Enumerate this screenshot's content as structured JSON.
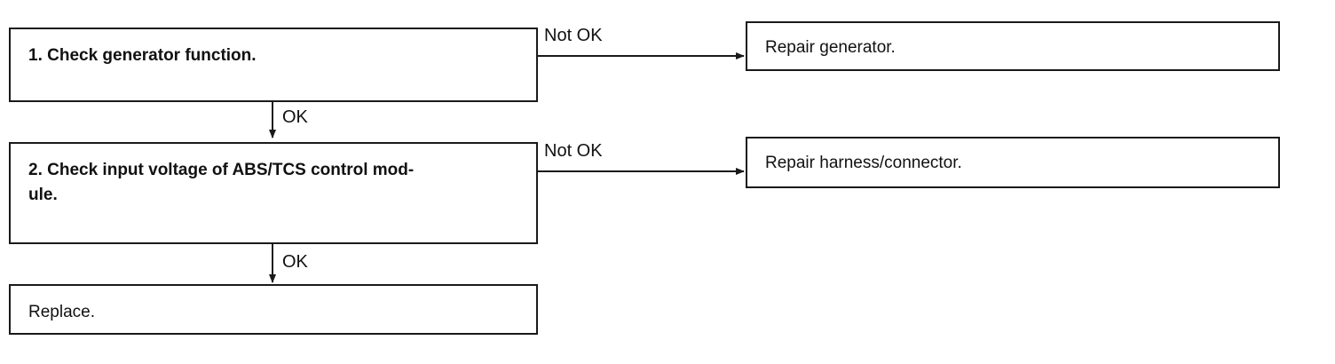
{
  "steps": [
    {
      "text": "1.  Check generator function."
    },
    {
      "text": "2.  Check input voltage of ABS/TCS control mod-\n     ule."
    },
    {
      "text": "Replace."
    }
  ],
  "actions": [
    {
      "text": "Repair generator."
    },
    {
      "text": "Repair harness/connector."
    }
  ],
  "edge_labels": {
    "ok": "OK",
    "not_ok": "Not OK"
  }
}
